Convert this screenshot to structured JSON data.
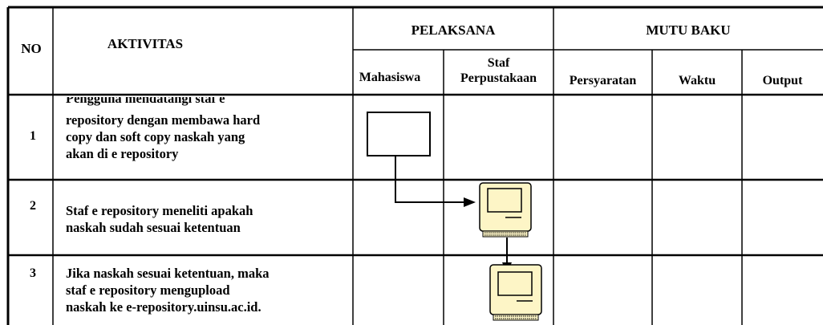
{
  "table": {
    "headers": {
      "no": "NO",
      "aktivitas": "AKTIVITAS",
      "pelaksana": "PELAKSANA",
      "mutu_baku": "MUTU BAKU",
      "mahasiswa": "Mahasiswa",
      "staf_line1": "Staf",
      "staf_line2": "Perpustakaan",
      "persyaratan": "Persyaratan",
      "waktu": "Waktu",
      "output": "Output"
    },
    "rows": [
      {
        "no": "1",
        "lines": [
          "Pengguna mendatangi staf e",
          "repository dengan membawa hard",
          "copy dan soft copy naskah yang",
          "akan di e repository"
        ]
      },
      {
        "no": "2",
        "lines": [
          "Staf e repository meneliti apakah",
          "naskah sudah sesuai ketentuan"
        ]
      },
      {
        "no": "3",
        "lines": [
          "Jika naskah sesuai ketentuan, maka",
          "staf e repository mengupload",
          "naskah ke e-repository.uinsu.ac.id."
        ]
      }
    ]
  },
  "colors": {
    "line": "#000000",
    "computer_fill": "#fdf5c6",
    "background": "#ffffff"
  },
  "icons": [
    "process-box",
    "computer-icon"
  ]
}
